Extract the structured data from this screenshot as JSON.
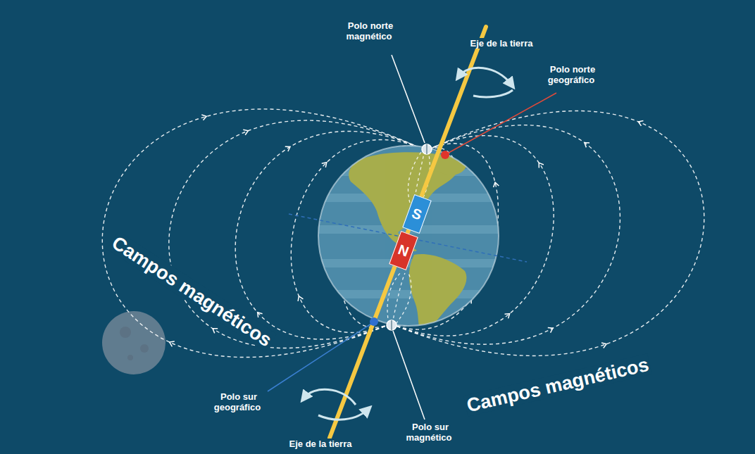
{
  "diagram": {
    "nodes": [
      {
        "text": [
          "S"
        ]
      },
      {
        "text": [
          "N"
        ]
      }
    ],
    "labels": [
      "Polo norte magnético",
      "Eje de la tierra",
      "Polo norte geográfico",
      "Campos magnéticos",
      "Campos magnéticos",
      "Polo sur geográfico",
      "Polo sur magnético",
      "Eje de la tierra"
    ]
  }
}
